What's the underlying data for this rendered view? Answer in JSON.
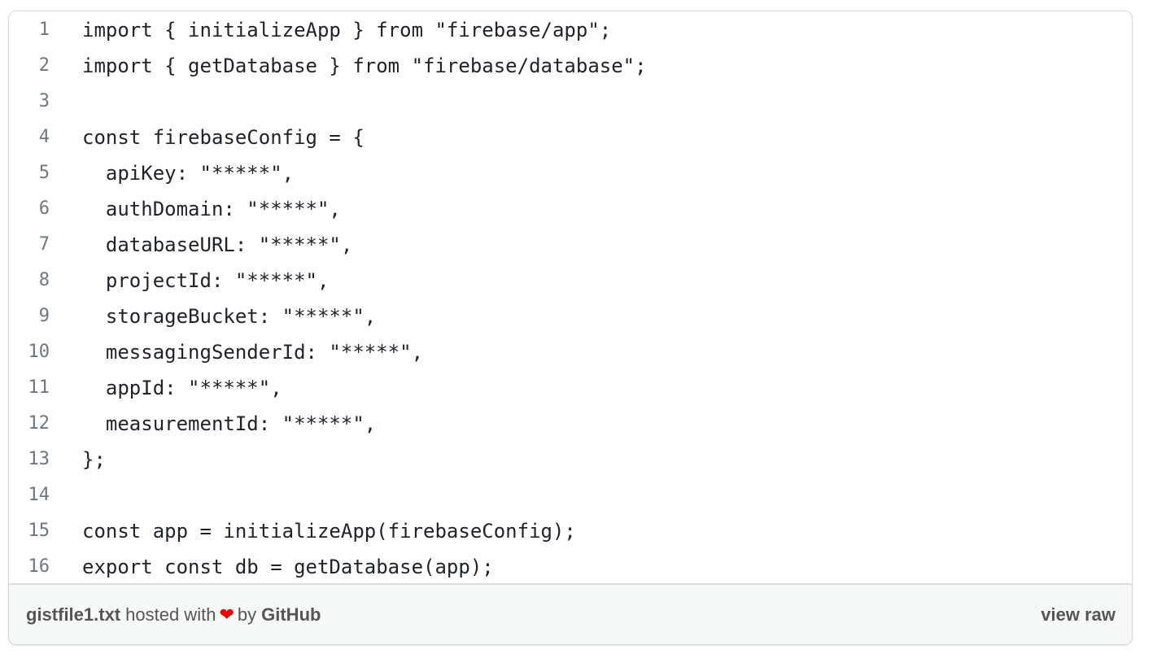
{
  "lines": [
    "import { initializeApp } from \"firebase/app\";",
    "import { getDatabase } from \"firebase/database\";",
    "",
    "const firebaseConfig = {",
    "  apiKey: \"*****\",",
    "  authDomain: \"*****\",",
    "  databaseURL: \"*****\",",
    "  projectId: \"*****\",",
    "  storageBucket: \"*****\",",
    "  messagingSenderId: \"*****\",",
    "  appId: \"*****\",",
    "  measurementId: \"*****\",",
    "};",
    "",
    "const app = initializeApp(firebaseConfig);",
    "export const db = getDatabase(app);"
  ],
  "footer": {
    "filename": "gistfile1.txt",
    "hosted_with": "hosted with",
    "heart": "❤",
    "by": "by",
    "github": "GitHub",
    "view_raw": "view raw"
  }
}
